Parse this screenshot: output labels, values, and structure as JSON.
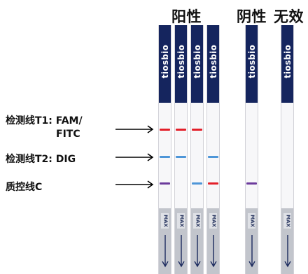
{
  "headers": {
    "positive": "阳性",
    "negative": "阴性",
    "invalid": "无效"
  },
  "labels": {
    "t1_line1": "检测线T1: FAM/",
    "t1_line2": "FITC",
    "t2": "检测线T2: DIG",
    "control": "质控线C"
  },
  "strip_brand": "tiosbio",
  "max_mark": "MAX",
  "colors": {
    "t1_band": "#e3202a",
    "t2_band": "#4e96d8",
    "positive_control_band": "#e3202a",
    "other_control_band": "#6c3b9c",
    "brand_block": "#15255e"
  },
  "strips": [
    {
      "group": "positive",
      "bands": [
        "t1",
        "t2",
        "control"
      ]
    },
    {
      "group": "positive",
      "bands": [
        "t1",
        "t2"
      ]
    },
    {
      "group": "positive",
      "bands": [
        "t1",
        "control-t2-color"
      ]
    },
    {
      "group": "positive",
      "bands": [
        "t2",
        "control-red"
      ]
    },
    {
      "group": "negative",
      "bands": [
        "control"
      ]
    },
    {
      "group": "invalid",
      "bands": []
    }
  ]
}
